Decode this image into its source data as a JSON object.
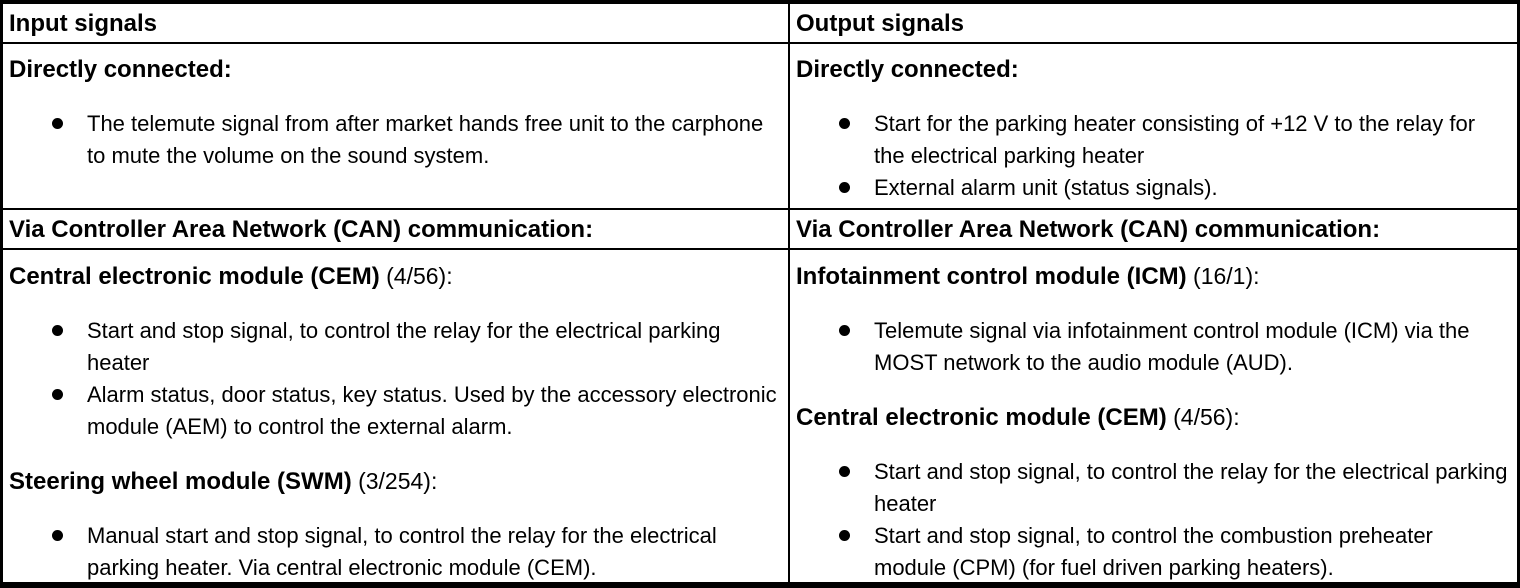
{
  "colors": {
    "border": "#000000",
    "background": "#ffffff",
    "text": "#000000"
  },
  "table": {
    "columns": [
      {
        "header": "Input signals",
        "direct": {
          "heading": "Directly connected:",
          "bullets": [
            "The telemute signal from after market hands free unit to the carphone to mute the volume on the sound system."
          ]
        },
        "can_heading": "Via Controller Area Network (CAN) communication:",
        "can_sections": [
          {
            "name": "Central electronic module (CEM)",
            "ref": " (4/56):",
            "bullets": [
              "Start and stop signal, to control the relay for the electrical parking heater",
              "Alarm status, door status, key status. Used by the accessory electronic module (AEM) to control the external alarm."
            ]
          },
          {
            "name": "Steering wheel module (SWM)",
            "ref": " (3/254):",
            "bullets": [
              "Manual start and stop signal, to control the relay for the electrical parking heater. Via central electronic module (CEM)."
            ]
          }
        ]
      },
      {
        "header": "Output signals",
        "direct": {
          "heading": "Directly connected:",
          "bullets": [
            "Start for the parking heater consisting of +12 V to the relay for the electrical parking heater",
            "External alarm unit (status signals)."
          ]
        },
        "can_heading": "Via Controller Area Network (CAN) communication:",
        "can_sections": [
          {
            "name": "Infotainment control module (ICM)",
            "ref": " (16/1):",
            "bullets": [
              "Telemute signal via infotainment control module (ICM) via the MOST network to the audio module (AUD)."
            ]
          },
          {
            "name": "Central electronic module (CEM)",
            "ref": " (4/56):",
            "bullets": [
              "Start and stop signal, to control the relay for the electrical parking heater",
              "Start and stop signal, to control the combustion preheater module (CPM) (for fuel driven parking heaters)."
            ]
          }
        ]
      }
    ]
  }
}
